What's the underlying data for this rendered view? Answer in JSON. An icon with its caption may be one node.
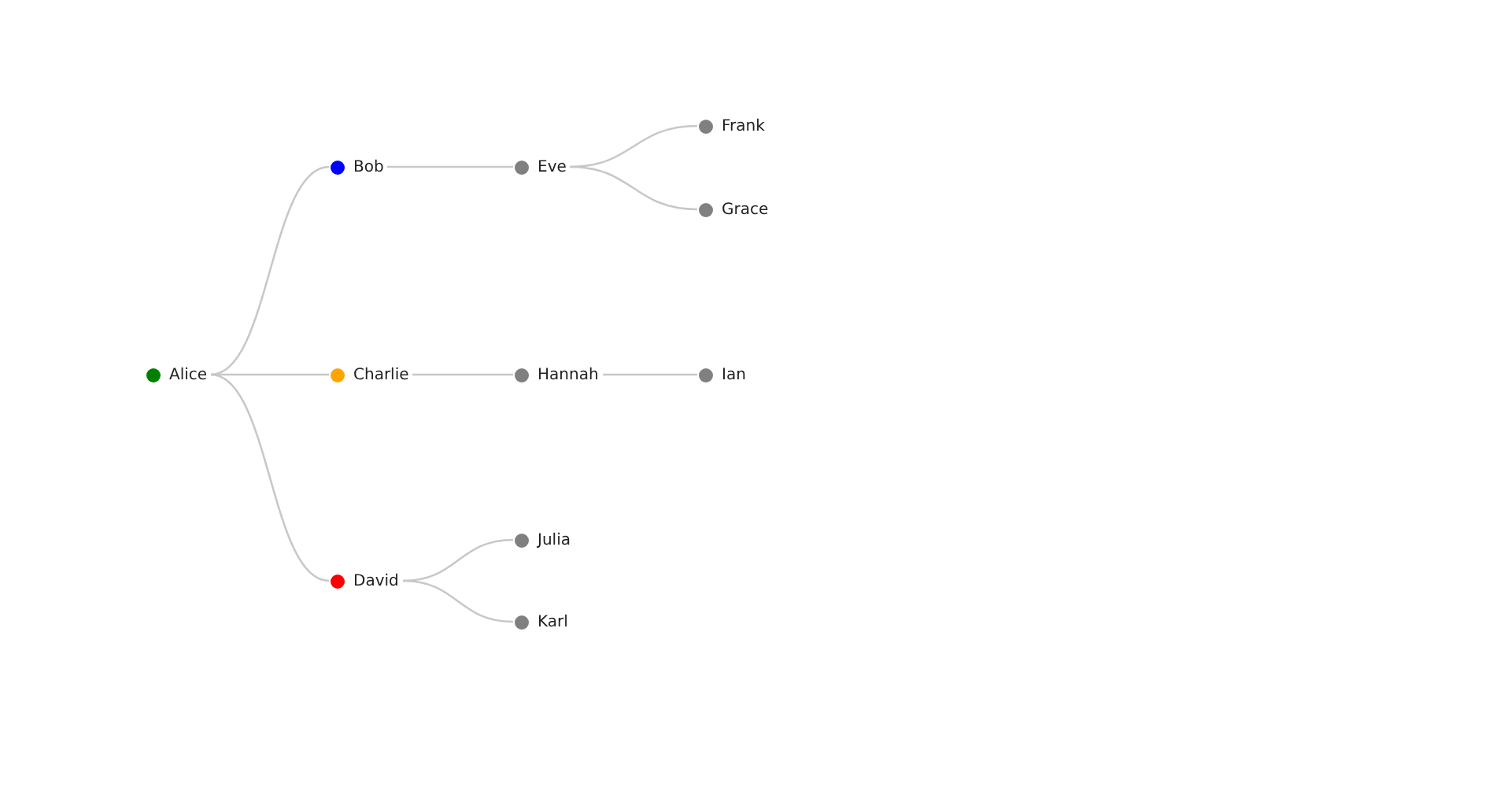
{
  "diagram": {
    "nodes": [
      {
        "text": [
          "Alice"
        ]
      },
      {
        "text": [
          "Bob"
        ]
      },
      {
        "text": [
          "Charlie"
        ]
      },
      {
        "text": [
          "David"
        ]
      },
      {
        "text": [
          "Eve"
        ]
      },
      {
        "text": [
          "Frank"
        ]
      },
      {
        "text": [
          "Grace"
        ]
      },
      {
        "text": [
          "Hannah"
        ]
      },
      {
        "text": [
          "Ian"
        ]
      },
      {
        "text": [
          "Julia"
        ]
      },
      {
        "text": [
          "Karl"
        ]
      }
    ],
    "edges": [
      {
        "from": 0,
        "to": 1,
        "arrow": "none"
      },
      {
        "from": 0,
        "to": 2,
        "arrow": "none"
      },
      {
        "from": 0,
        "to": 3,
        "arrow": "none"
      },
      {
        "from": 1,
        "to": 4,
        "arrow": "none"
      },
      {
        "from": 4,
        "to": 5,
        "arrow": "none"
      },
      {
        "from": 4,
        "to": 6,
        "arrow": "none"
      },
      {
        "from": 2,
        "to": 7,
        "arrow": "none"
      },
      {
        "from": 7,
        "to": 8,
        "arrow": "none"
      },
      {
        "from": 3,
        "to": 9,
        "arrow": "none"
      },
      {
        "from": 3,
        "to": 10,
        "arrow": "none"
      }
    ]
  }
}
